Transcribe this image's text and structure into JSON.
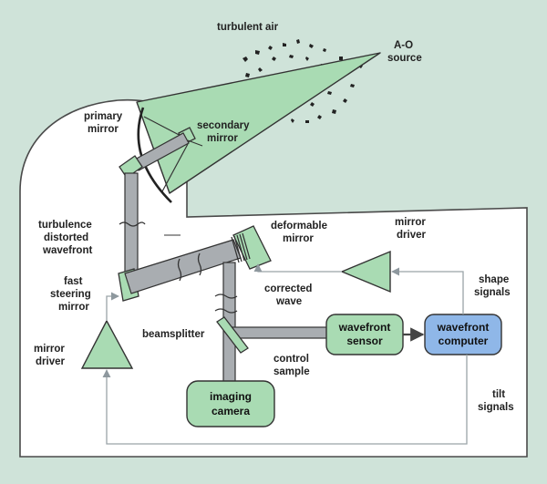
{
  "colors": {
    "background": "#cfe3d9",
    "building": "#ffffff",
    "green": "#a9dbb3",
    "beam": "#a9adb1",
    "computer": "#8fb7e8",
    "signal": "#9aa3a8"
  },
  "labels": {
    "turbulent_air": "turbulent air",
    "ao_source_1": "A-O",
    "ao_source_2": "source",
    "primary_mirror_1": "primary",
    "primary_mirror_2": "mirror",
    "secondary_mirror_1": "secondary",
    "secondary_mirror_2": "mirror",
    "turbulence_1": "turbulence",
    "turbulence_2": "distorted",
    "turbulence_3": "wavefront",
    "deformable_1": "deformable",
    "deformable_2": "mirror",
    "mirror_driver_top_1": "mirror",
    "mirror_driver_top_2": "driver",
    "fast_steering_1": "fast",
    "fast_steering_2": "steering",
    "fast_steering_3": "mirror",
    "corrected_1": "corrected",
    "corrected_2": "wave",
    "shape_signals_1": "shape",
    "shape_signals_2": "signals",
    "beamsplitter": "beamsplitter",
    "mirror_driver_left_1": "mirror",
    "mirror_driver_left_2": "driver",
    "control_1": "control",
    "control_2": "sample",
    "tilt_signals_1": "tilt",
    "tilt_signals_2": "signals"
  },
  "boxes": {
    "wavefront_sensor_1": "wavefront",
    "wavefront_sensor_2": "sensor",
    "wavefront_computer_1": "wavefront",
    "wavefront_computer_2": "computer",
    "imaging_camera_1": "imaging",
    "imaging_camera_2": "camera"
  }
}
